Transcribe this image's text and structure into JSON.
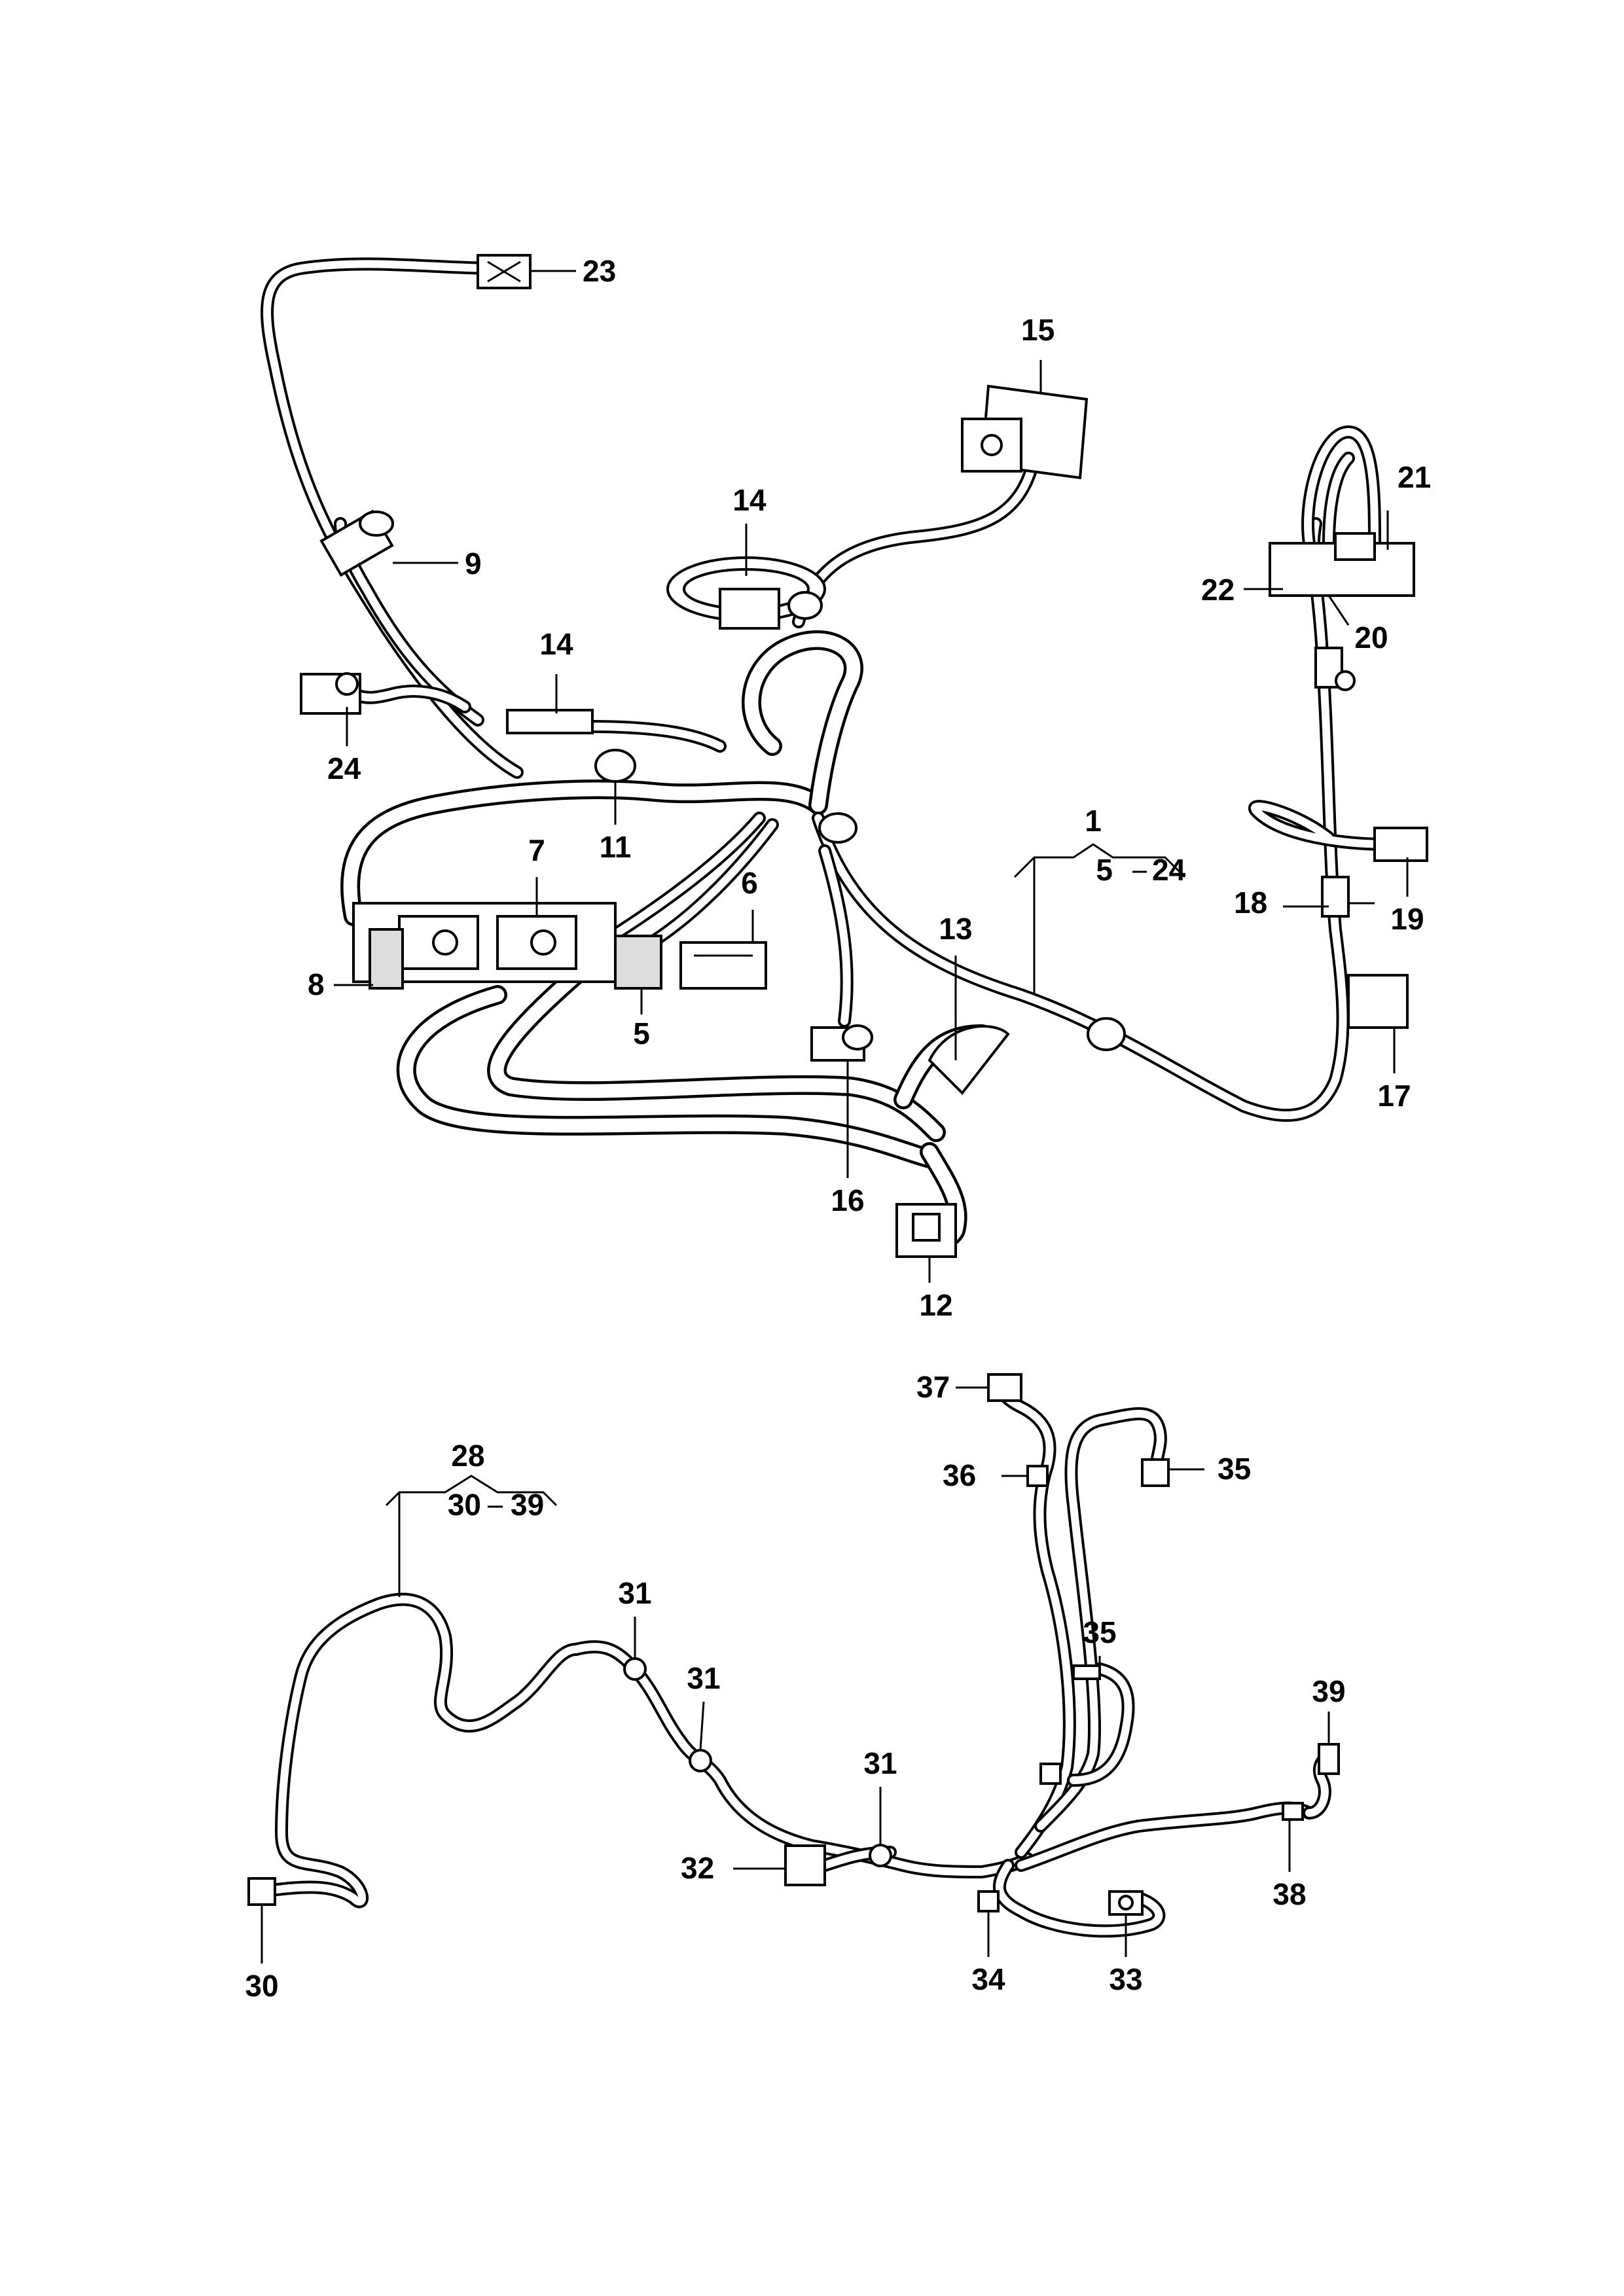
{
  "callouts": {
    "c1": "1",
    "c1_range_from": "5",
    "c1_range_to": "24",
    "c5": "5",
    "c6": "6",
    "c7": "7",
    "c8": "8",
    "c9": "9",
    "c11": "11",
    "c12": "12",
    "c13": "13",
    "c14a": "14",
    "c14b": "14",
    "c15": "15",
    "c16": "16",
    "c17": "17",
    "c18": "18",
    "c19": "19",
    "c20": "20",
    "c21": "21",
    "c22": "22",
    "c23": "23",
    "c24": "24",
    "c28": "28",
    "c28_range_from": "30",
    "c28_range_to": "39",
    "c30": "30",
    "c31a": "31",
    "c31b": "31",
    "c31c": "31",
    "c32": "32",
    "c33": "33",
    "c34": "34",
    "c35a": "35",
    "c35b": "35",
    "c36": "36",
    "c37": "37",
    "c38": "38",
    "c39": "39"
  }
}
